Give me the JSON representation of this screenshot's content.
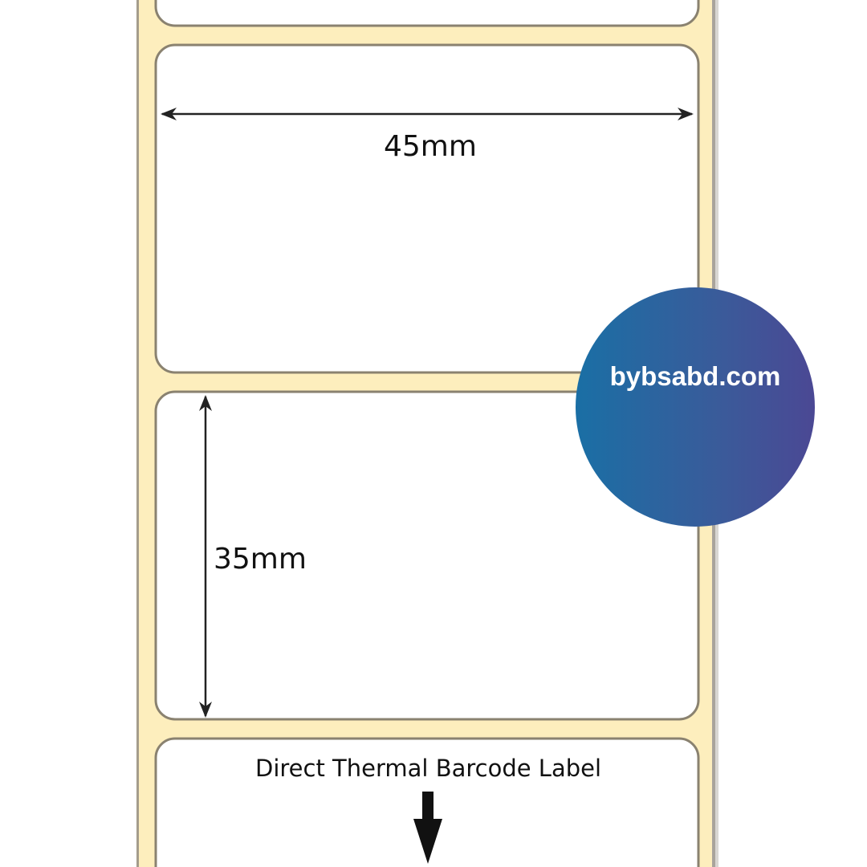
{
  "diagram": {
    "width_label": "45mm",
    "height_label": "35mm",
    "caption": "Direct Thermal Barcode Label"
  },
  "badge": {
    "text": "bybsabd.com",
    "colors": [
      "#1a6fa5",
      "#4b4894"
    ]
  },
  "colors": {
    "liner": "#fdeebd",
    "label_outline": "#8a8270",
    "label_fill": "#ffffff"
  }
}
